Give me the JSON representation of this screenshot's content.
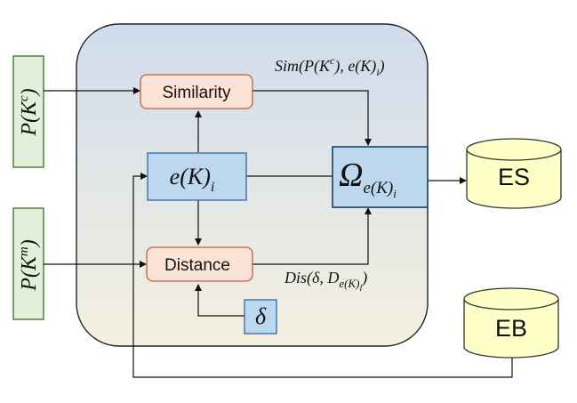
{
  "inputs": {
    "top": {
      "label_main": "P(K",
      "label_sup": "c",
      "label_close": ")"
    },
    "bottom": {
      "label_main": "P(K",
      "label_sup": "m",
      "label_close": ")"
    }
  },
  "nodes": {
    "similarity": {
      "label": "Similarity"
    },
    "distance": {
      "label": "Distance"
    },
    "ek": {
      "label_main": "e(K)",
      "label_sub": "i"
    },
    "delta": {
      "label": "δ"
    },
    "omega": {
      "symbol": "Ω",
      "sub_main": "e(K)",
      "sub_sub": "i"
    }
  },
  "annotations": {
    "sim": {
      "main": "Sim(P(K",
      "sup": "c",
      "after": "), e(K)",
      "sub": "i",
      "close": ")"
    },
    "dis": {
      "main": "Dis(δ, D",
      "sub_main": "e(K)",
      "sub_sub": "i",
      "close": ")"
    }
  },
  "stores": {
    "es": {
      "label": "ES"
    },
    "eb": {
      "label": "EB"
    }
  },
  "colors": {
    "input_fill": "#e2efd9",
    "input_stroke": "#3f6b2a",
    "orange_fill": "#fbe3d6",
    "orange_stroke": "#c0603a",
    "blue_fill": "#bdd7ee",
    "blue_stroke": "#2e6aa3",
    "cyl_fill": "#ffffc8",
    "cyl_stroke": "#333333",
    "panel_top": "#cfdcec",
    "panel_bottom": "#f5f0e0"
  }
}
